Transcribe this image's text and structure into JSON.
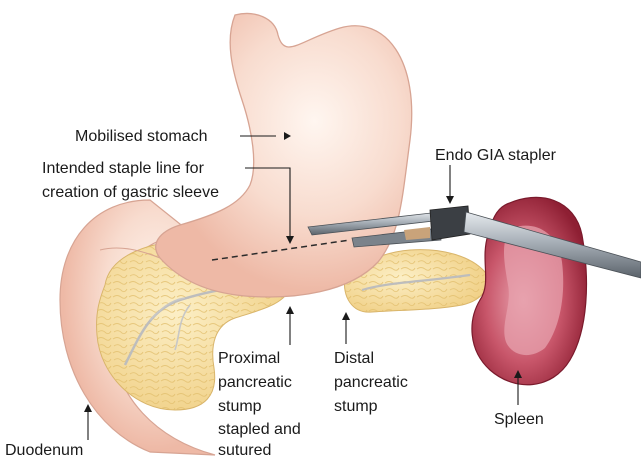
{
  "labels": {
    "mobilised_stomach": "Mobilised stomach",
    "staple_line_1": "Intended staple line for",
    "staple_line_2": "creation of gastric sleeve",
    "endo_gia_stapler": "Endo GIA stapler",
    "proximal_1": "Proximal",
    "proximal_2": "pancreatic",
    "proximal_3": "stump",
    "proximal_4": "stapled and",
    "proximal_5": "sutured",
    "distal_1": "Distal",
    "distal_2": "pancreatic",
    "distal_3": "stump",
    "spleen": "Spleen",
    "duodenum": "Duodenum"
  },
  "colors": {
    "stomach_fill": "#f6d3c6",
    "stomach_highlight": "#fff6f0",
    "stomach_outline": "#d7a493",
    "pancreas_fill": "#f8e2a6",
    "pancreas_vessel": "#b9b9b9",
    "spleen_fill": "#a32a40",
    "spleen_inner": "#e08e9c",
    "stapler_metal": "#9aa3ab",
    "stapler_dark": "#3b3f44",
    "leader_line": "#1a1a1a"
  },
  "icons": {
    "stapler": "endo-gia-stapler-illustration"
  }
}
